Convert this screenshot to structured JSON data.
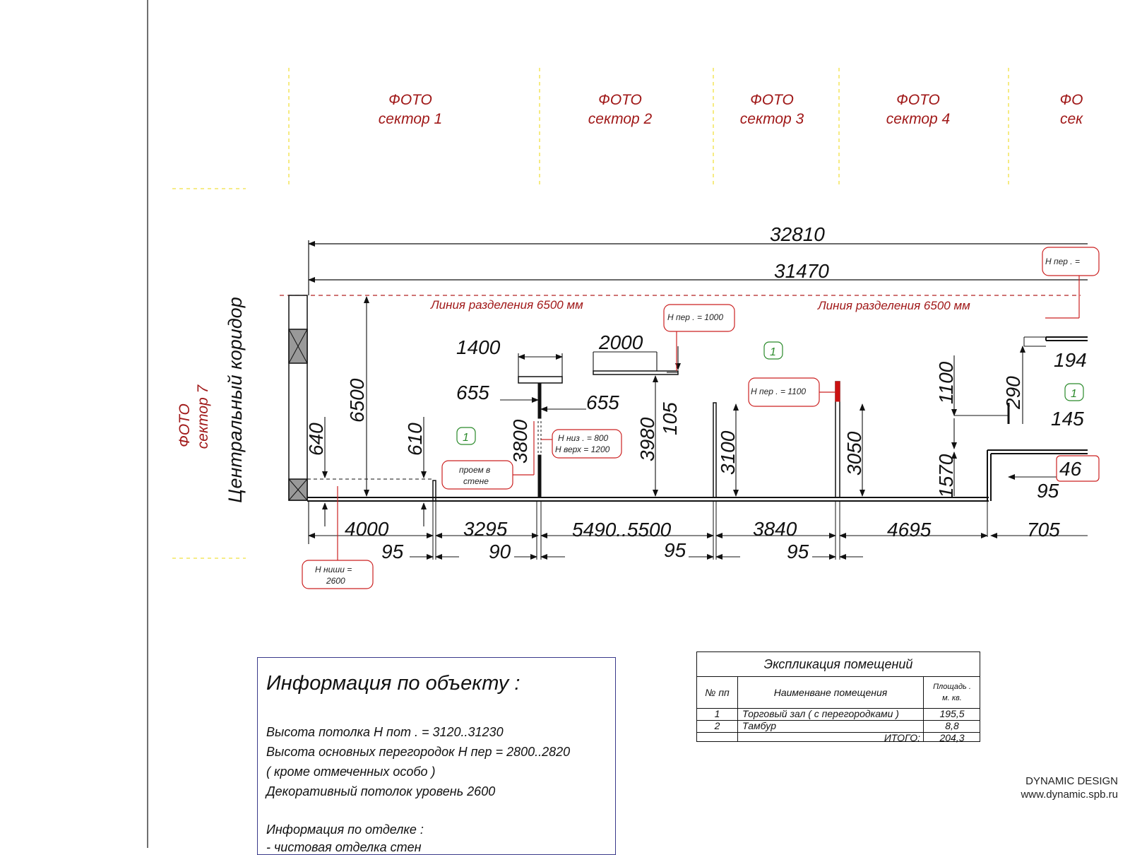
{
  "photo_sectors": [
    "ФОТО",
    "сектор 1",
    "ФОТО",
    "сектор 2",
    "ФОТО",
    "сектор 3",
    "ФОТО",
    "сектор 4",
    "ФО",
    "сек"
  ],
  "photo_sector_7": {
    "line1": "ФОТО",
    "line2": "сектор 7"
  },
  "corridor_label": "Центральный коридор",
  "division_line_labels": [
    "Линия разделения  6500 мм",
    "Линия разделения  6500 мм"
  ],
  "dimensions": {
    "overall_top": "32810",
    "overall_inner": "31470",
    "height_6500": "6500",
    "d640": "640",
    "d610": "610",
    "d1400": "1400",
    "d655_left": "655",
    "d655_right": "655",
    "d2000": "2000",
    "d3800": "3800",
    "d3980": "3980",
    "d105": "105",
    "d3100": "3100",
    "d3050": "3050",
    "d1100": "1100",
    "d1570": "1570",
    "d290": "290",
    "d194": "194",
    "d145": "145",
    "d46": "46",
    "d95_right": "95",
    "bottom_4000": "4000",
    "bottom_95_a": "95",
    "bottom_3295": "3295",
    "bottom_90": "90",
    "bottom_5490": "5490..5500",
    "bottom_95_b": "95",
    "bottom_3840": "3840",
    "bottom_95_c": "95",
    "bottom_4695": "4695",
    "bottom_705": "705"
  },
  "callouts": {
    "h_per_1000": "Н пер . = 1000",
    "h_per_1100": "Н пер . = 1100",
    "h_per_top_right": "Н пер . =",
    "h_niz": "Н низ . = 800",
    "h_verh": "Н верх  = 1200",
    "proem_1": "проем в",
    "proem_2": "стене",
    "h_nishi_1": "Н ниши  =",
    "h_nishi_2": "2600"
  },
  "room_markers": [
    "1",
    "1",
    "1"
  ],
  "info": {
    "title": "Информация по объекту :",
    "line1": "Высота потолка   Н пот  . = 3120..31230",
    "line2": "Высота основных перегородок Н пер    = 2800..2820",
    "line3": "( кроме отмеченных особо )",
    "line4": "Декоративный потолок уровень   2600",
    "line5": "Информация по отделке :",
    "line6": "- чистовая отделка стен"
  },
  "explication": {
    "title": "Экспликация помещений",
    "col_num": "№ пп",
    "col_name": "Наименване помещения",
    "col_area_1": "Площадь .",
    "col_area_2": "м. кв.",
    "rows": [
      {
        "num": "1",
        "name": "Торговый зал  ( с перегородками )",
        "area": "195,5"
      },
      {
        "num": "2",
        "name": "Тамбур",
        "area": "8,8"
      }
    ],
    "total_label": "ИТОГО:",
    "total_value": "204,3"
  },
  "brand": {
    "line1": "DYNAMIC DESIGN",
    "line2": "www.dynamic.spb.ru"
  },
  "colors": {
    "photo_red": "#a01818",
    "division_red": "#b22222",
    "guide_yellow": "#f0e040",
    "marker_green": "#2a8a2a",
    "wall_red": "#cc1111"
  }
}
